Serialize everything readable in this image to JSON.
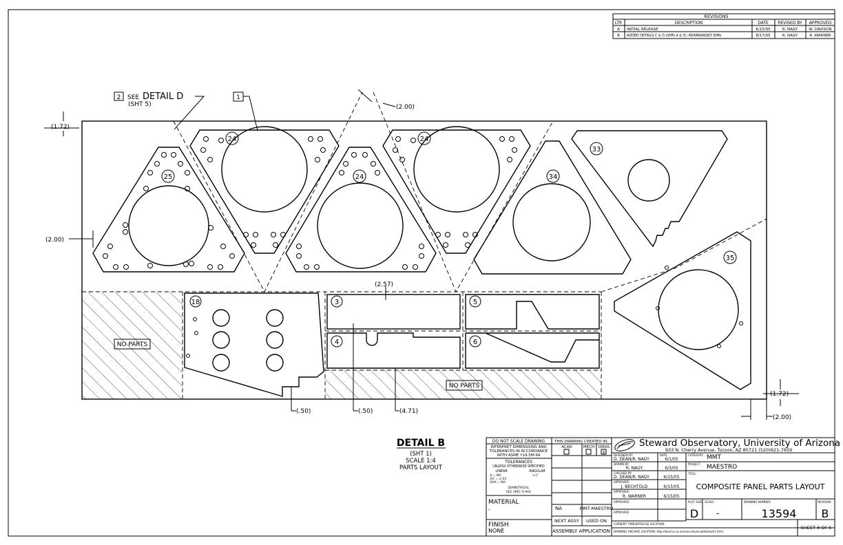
{
  "revisions": {
    "title": "REVISIONS",
    "headers": [
      "LTR",
      "DESCRIPTION",
      "DATE",
      "REVISED BY",
      "APPROVED"
    ],
    "rows": [
      [
        "A",
        "INITIAL RELEASE",
        "6/15/05",
        "R. NAGY",
        "W. DAVISON"
      ],
      [
        "B",
        "ADDED DETAILS C & D (SHTs 4 & 5); REARRANGED DIMs",
        "8/17/05",
        "R. NAGY",
        "R. WARNER"
      ]
    ]
  },
  "callouts": {
    "detail_d_balloon": "2",
    "see": "SEE",
    "detail_d": "DETAIL D",
    "detail_d_sheet": "(SHT 5)",
    "item_1": "1",
    "no_parts": "NO PARTS"
  },
  "dimensions": {
    "top_left_172": "(1.72)",
    "top_200": "(2.00)",
    "left_200": "(2.00)",
    "mid_257": "(2.57)",
    "bottom_050_a": "(.50)",
    "bottom_050_b": "(.50)",
    "bottom_471": "(4.71)",
    "right_172": "(1.72)",
    "right_200": "(2.00)"
  },
  "part_numbers": {
    "p24a": "24",
    "p24b": "24",
    "p24c": "24",
    "p25": "25",
    "p34": "34",
    "p33": "33",
    "p35": "35",
    "p18": "18",
    "p3": "3",
    "p4": "4",
    "p5": "5",
    "p6": "6"
  },
  "detail_b": {
    "title": "DETAIL B",
    "sheet": "(SHT 1)",
    "scale": "SCALE 1:4",
    "name": "PARTS LAYOUT"
  },
  "title_block": {
    "do_not_scale": "DO NOT SCALE DRAWING",
    "interpret_1": "INTERPRET DIMENSIONS AND",
    "interpret_2": "TOLERANCES IN ACCORDANCE",
    "interpret_3": "WITH ASME Y14.5M-94",
    "tolerances": "TOLERANCES",
    "unless": "UNLESS OTHERWISE SPECIFIED",
    "linear": "LINEAR",
    "angular": "ANGULAR",
    "lin_x": ".X   = NA",
    "lin_xx": ".XX  = ±.03",
    "lin_xxx": ".XXX = NA",
    "ang_val": "±1°",
    "diametrical": "DIAMETRICAL",
    "spec": "SEE SPEC 9-902",
    "material_label": "MATERIAL",
    "material_value": "-",
    "finish_label": "FINISH",
    "finish_value": "NONE",
    "created_in": "THIS DRAWING CREATED IN:",
    "acad": "ACAD",
    "mech": "MECH",
    "ideas": "IDEAS",
    "ideas_check": "X",
    "na": "NA",
    "next_assy_value": "MMT-MAESTRO",
    "next_assy": "NEXT ASSY",
    "used_on": "USED ON",
    "assembly_application": "ASSEMBLY APPLICATION",
    "org_name": "Steward Observatory, University of Arizona",
    "org_address": "933 N. Cherry Avenue, Tucson, AZ  85721   (520)621-7659",
    "designed_label": "DESIGNED BY:",
    "designed_value": "D. DEAN/R. NAGY",
    "designed_date_label": "DATE:",
    "designed_date": "6/1/05",
    "drawn_label": "DRAWN BY:",
    "drawn_value": "R. NAGY",
    "drawn_date": "6/3/05",
    "checked_label": "CHECKED BY:",
    "checked_value": "D. DEAN/R. NAGY",
    "checked_date": "6/15/05",
    "approved1_label": "APPROVED:",
    "approved1_value": "J. BECHTOLD",
    "approved1_date": "6/15/05",
    "approved2_label": "APPROVED:",
    "approved2_value": "R. WARNER",
    "approved2_date": "6/15/05",
    "approved3_label": "APPROVED:",
    "approved4_label": "APPROVED:",
    "category_label": "CATEGORY:",
    "category_value": "MMT",
    "project_label": "PROJECT:",
    "project_value": "MAESTRO",
    "title_label": "TITLE:",
    "title_value": "COMPOSITE PANEL PARTS LAYOUT",
    "plot_size_label": "PLOT SIZE",
    "plot_size_value": "D",
    "scale_label": "SCALE:",
    "scale_value": "-",
    "drawing_number_label": "DRAWING NUMBER:",
    "drawing_number": "13594",
    "revision_label": "REVISION:",
    "revision_value": "B",
    "current_time_label": "CURRENT TIME/DATE/FILE LOCATION:",
    "archive_label": "DRAWING ARCHIVE LOCATION: http://davinci.as.arizona.edu/ecad/default1.html",
    "sheet": "SHEET 3 OF 5"
  }
}
